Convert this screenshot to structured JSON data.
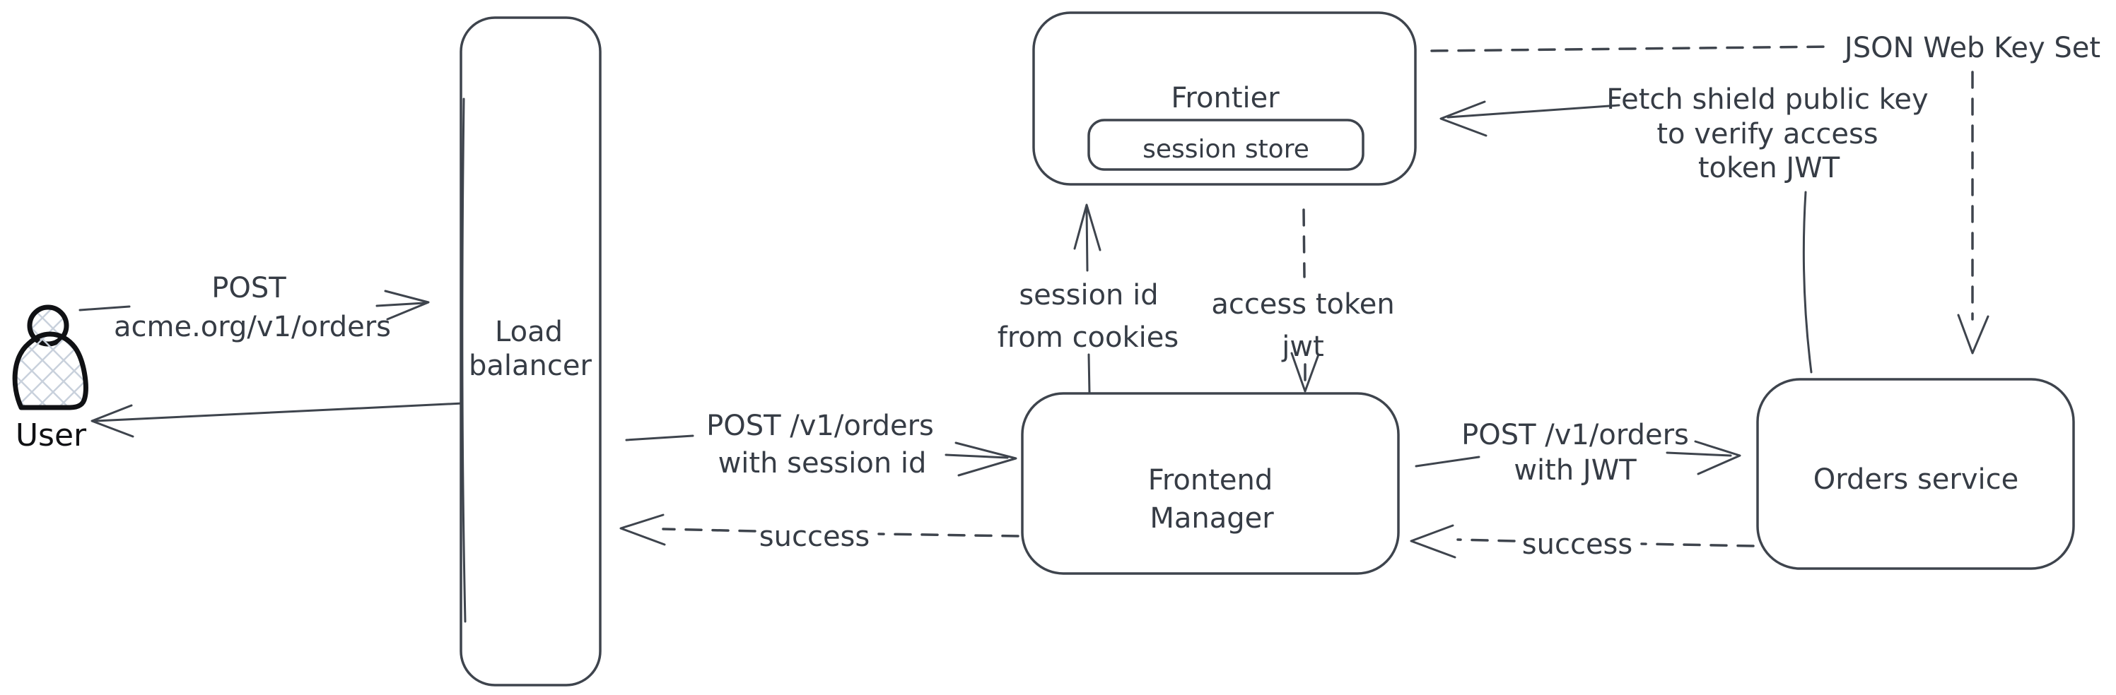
{
  "colors": {
    "stroke": "#3e444d",
    "figure": "#101114",
    "hatch": "#c9d1dc",
    "text": "#363c45",
    "bg": "#ffffff"
  },
  "nodes": {
    "user": {
      "label": "User"
    },
    "load_balancer": {
      "line1": "Load",
      "line2": "balancer"
    },
    "frontier": {
      "label": "Frontier"
    },
    "session_store": {
      "label": "session store"
    },
    "frontend_manager": {
      "line1": "Frontend",
      "line2": "Manager"
    },
    "orders_service": {
      "label": "Orders service"
    }
  },
  "edges": {
    "post_acme": {
      "line1": "POST",
      "line2": "acme.org/v1/orders"
    },
    "post_session": {
      "line1": "POST /v1/orders",
      "line2": "with session id"
    },
    "success_to_lb": {
      "label": "success"
    },
    "session_cookies": {
      "line1": "session id",
      "line2": "from cookies"
    },
    "access_token": {
      "line1": "access token",
      "line2": "jwt"
    },
    "post_jwt": {
      "line1": "POST /v1/orders",
      "line2": "with JWT"
    },
    "success_to_fm": {
      "label": "success"
    },
    "fetch_key": {
      "line1": "Fetch shield public key",
      "line2": "to verify access",
      "line3": "token JWT"
    },
    "jwks": {
      "label": "JSON Web Key Set"
    }
  }
}
